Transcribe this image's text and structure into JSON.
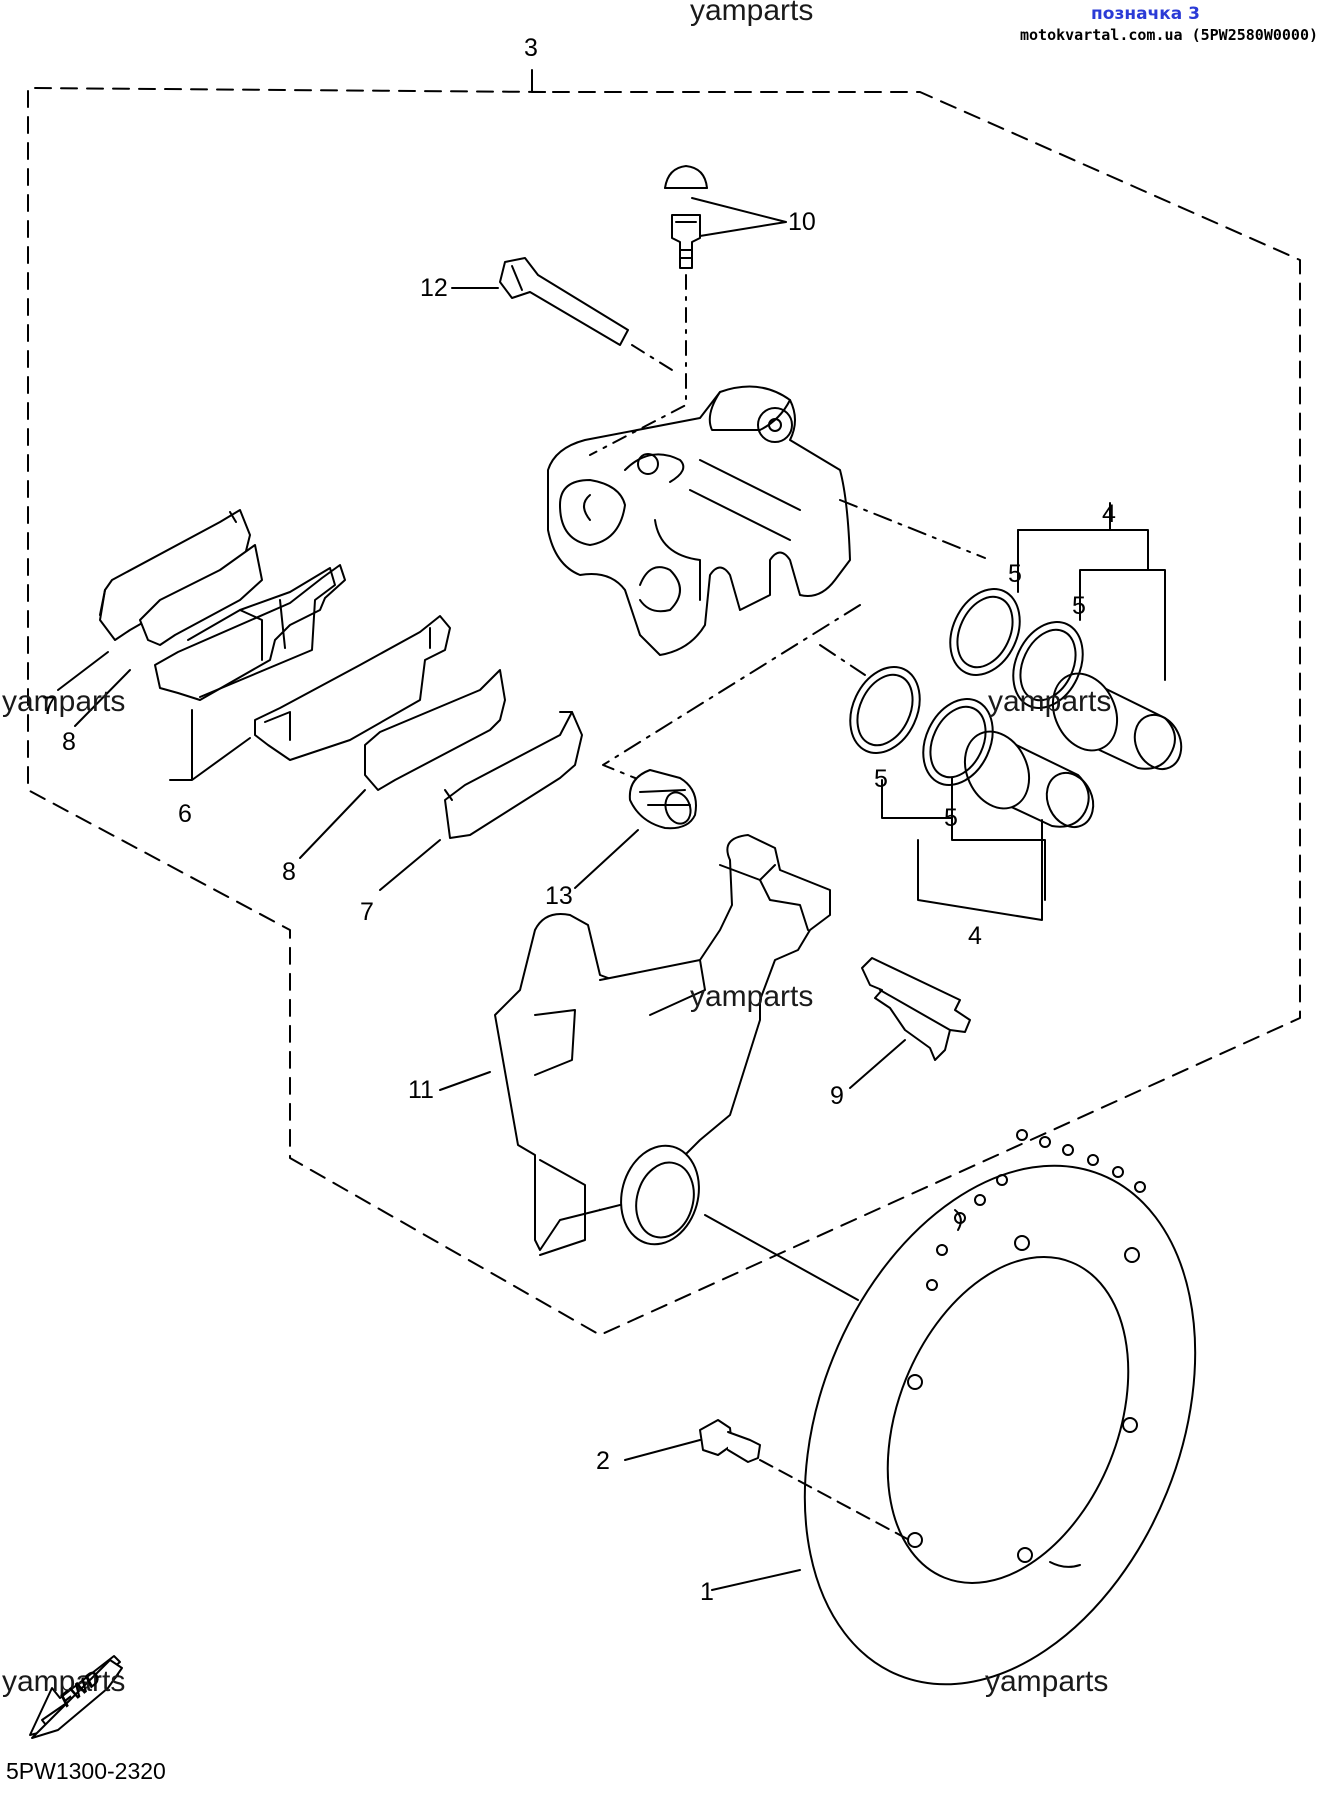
{
  "header": {
    "label": "позначка 3",
    "site": "motokvartal.com.ua (5PW2580W0000)"
  },
  "watermarks": [
    "yamparts",
    "yamparts",
    "yamparts",
    "yamparts",
    "yamparts",
    "yamparts"
  ],
  "callouts": [
    "3",
    "10",
    "12",
    "4",
    "5",
    "5",
    "7",
    "8",
    "6",
    "8",
    "7",
    "13",
    "5",
    "5",
    "4",
    "11",
    "9",
    "2",
    "1"
  ],
  "fwd_label": "FWD",
  "diagram_code": "5PW1300-2320"
}
